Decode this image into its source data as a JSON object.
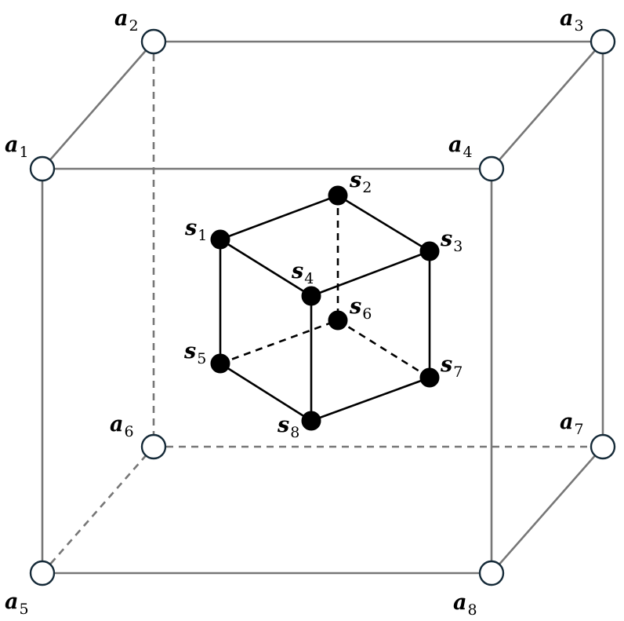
{
  "diagram": {
    "colors": {
      "outer_edge": "#777777",
      "inner_edge": "#000000",
      "outer_node_fill": "#ffffff",
      "outer_node_stroke": "#152a38",
      "inner_node_fill": "#000000"
    },
    "outer_cube": {
      "nodes": [
        {
          "id": "a1",
          "base": "a",
          "sub": "1"
        },
        {
          "id": "a2",
          "base": "a",
          "sub": "2"
        },
        {
          "id": "a3",
          "base": "a",
          "sub": "3"
        },
        {
          "id": "a4",
          "base": "a",
          "sub": "4"
        },
        {
          "id": "a5",
          "base": "a",
          "sub": "5"
        },
        {
          "id": "a6",
          "base": "a",
          "sub": "6"
        },
        {
          "id": "a7",
          "base": "a",
          "sub": "7"
        },
        {
          "id": "a8",
          "base": "a",
          "sub": "8"
        }
      ],
      "edges": [
        {
          "from": "a1",
          "to": "a2",
          "hidden": false
        },
        {
          "from": "a2",
          "to": "a3",
          "hidden": false
        },
        {
          "from": "a3",
          "to": "a4",
          "hidden": false
        },
        {
          "from": "a1",
          "to": "a4",
          "hidden": false
        },
        {
          "from": "a1",
          "to": "a5",
          "hidden": false
        },
        {
          "from": "a4",
          "to": "a8",
          "hidden": false
        },
        {
          "from": "a3",
          "to": "a7",
          "hidden": false
        },
        {
          "from": "a5",
          "to": "a8",
          "hidden": false
        },
        {
          "from": "a7",
          "to": "a8",
          "hidden": false
        },
        {
          "from": "a2",
          "to": "a6",
          "hidden": true
        },
        {
          "from": "a6",
          "to": "a7",
          "hidden": true
        },
        {
          "from": "a5",
          "to": "a6",
          "hidden": true
        }
      ]
    },
    "inner_cube": {
      "nodes": [
        {
          "id": "s1",
          "base": "s",
          "sub": "1"
        },
        {
          "id": "s2",
          "base": "s",
          "sub": "2"
        },
        {
          "id": "s3",
          "base": "s",
          "sub": "3"
        },
        {
          "id": "s4",
          "base": "s",
          "sub": "4"
        },
        {
          "id": "s5",
          "base": "s",
          "sub": "5"
        },
        {
          "id": "s6",
          "base": "s",
          "sub": "6"
        },
        {
          "id": "s7",
          "base": "s",
          "sub": "7"
        },
        {
          "id": "s8",
          "base": "s",
          "sub": "8"
        }
      ],
      "edges": [
        {
          "from": "s1",
          "to": "s2",
          "hidden": false
        },
        {
          "from": "s2",
          "to": "s3",
          "hidden": false
        },
        {
          "from": "s3",
          "to": "s4",
          "hidden": false
        },
        {
          "from": "s1",
          "to": "s4",
          "hidden": false
        },
        {
          "from": "s1",
          "to": "s5",
          "hidden": false
        },
        {
          "from": "s4",
          "to": "s8",
          "hidden": false
        },
        {
          "from": "s3",
          "to": "s7",
          "hidden": false
        },
        {
          "from": "s5",
          "to": "s8",
          "hidden": false
        },
        {
          "from": "s7",
          "to": "s8",
          "hidden": false
        },
        {
          "from": "s2",
          "to": "s6",
          "hidden": true
        },
        {
          "from": "s5",
          "to": "s6",
          "hidden": true
        },
        {
          "from": "s6",
          "to": "s7",
          "hidden": true
        }
      ]
    }
  }
}
